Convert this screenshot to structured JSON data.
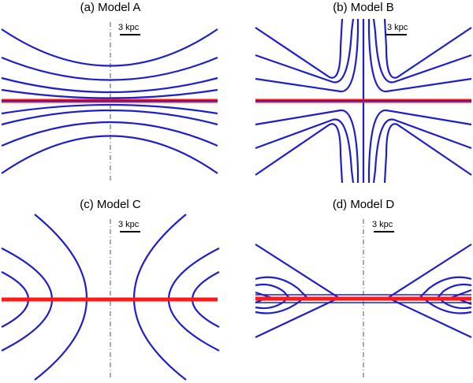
{
  "colors": {
    "field_line": "#1f1fc8",
    "disk": "#ff1a1a",
    "axis": "#555555"
  },
  "panels": [
    {
      "title": "(a) Model A",
      "scale_label": "3 kpc",
      "model": "A"
    },
    {
      "title": "(b) Model B",
      "scale_label": "3 kpc",
      "model": "B"
    },
    {
      "title": "(c) Model C",
      "scale_label": "3 kpc",
      "model": "C"
    },
    {
      "title": "(d) Model D",
      "scale_label": "3 kpc",
      "model": "D"
    }
  ]
}
